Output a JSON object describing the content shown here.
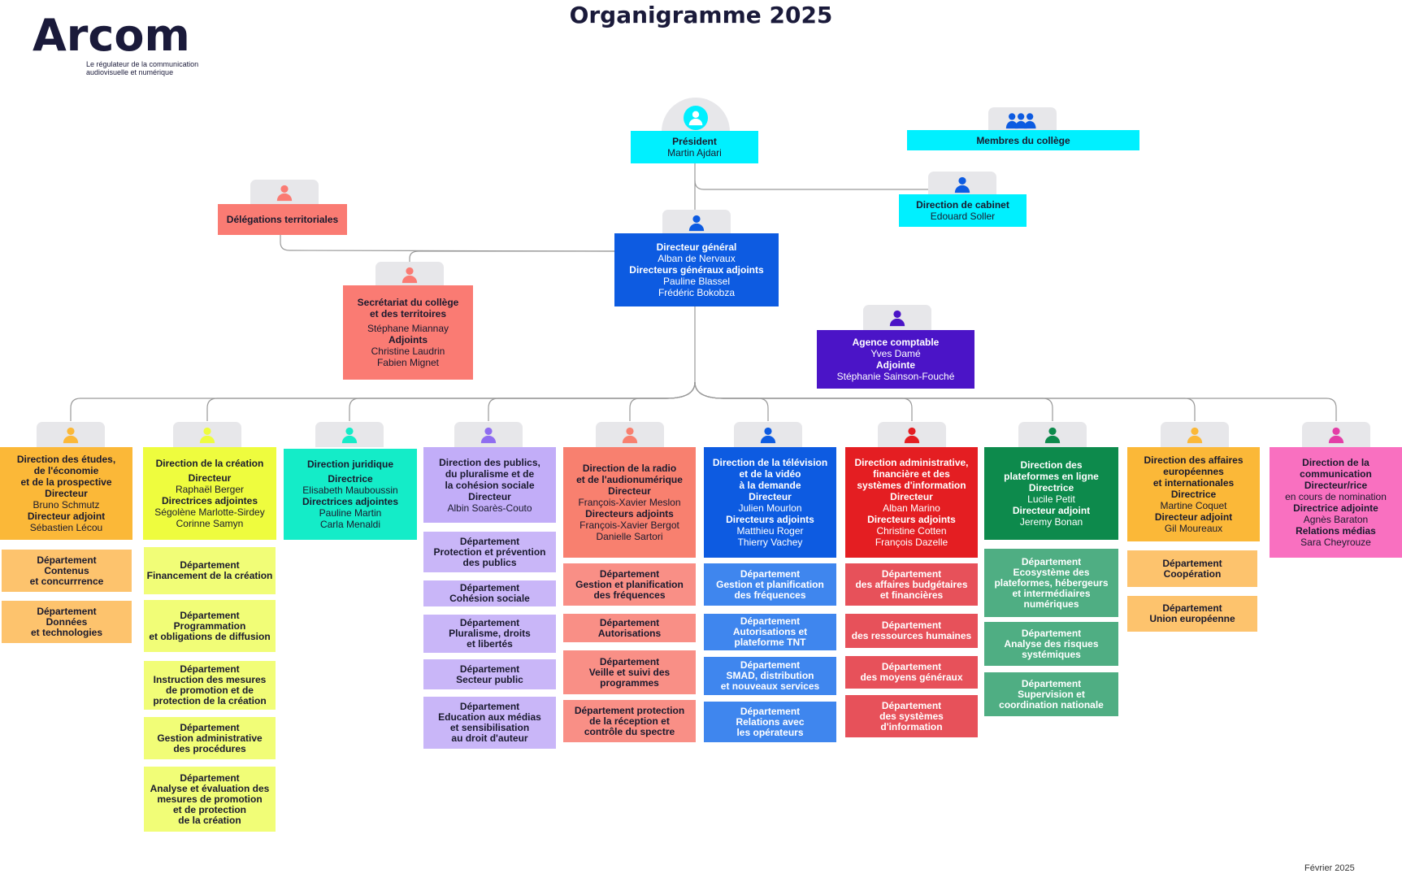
{
  "page": {
    "title": "Organigramme 2025",
    "date": "Février 2025"
  },
  "logo": {
    "text": "Arcom",
    "tagline": "Le régulateur de la communication audiovisuelle et numérique"
  },
  "colors": {
    "cyan": "#00f0ff",
    "blue": "#0d5be1",
    "salmon": "#fa7b73",
    "violet": "#4b14c7",
    "orange": "#fbb838",
    "lime": "#eefc3e",
    "teal": "#14ecc8",
    "lavender": "#c2adf8",
    "coral": "#f8806f",
    "red": "#e41e22",
    "green": "#0d8a4c",
    "pink": "#f970c0",
    "orange_dept": "#fdc36d",
    "lime_dept": "#f1fd77",
    "lavender_dept": "#c9b6f8",
    "coral_dept": "#f98f86",
    "blue_dept": "#3f86ee",
    "red_dept": "#e7515a",
    "green_dept": "#4fae83",
    "connector": "#9a9a9a",
    "tab": "#e7e7ea"
  },
  "top": {
    "president": {
      "icon": "person-icon",
      "lines": [
        [
          "b",
          "Président"
        ],
        [
          "n",
          "Martin Ajdari"
        ]
      ]
    },
    "college": {
      "icon": "group-icon",
      "lines": [
        [
          "b",
          "Membres du collège"
        ]
      ]
    },
    "cabinet": {
      "icon": "person-icon",
      "lines": [
        [
          "b",
          "Direction de cabinet"
        ],
        [
          "n",
          "Edouard Soller"
        ]
      ]
    },
    "dg": {
      "icon": "person-icon",
      "lines": [
        [
          "b",
          "Directeur général"
        ],
        [
          "n",
          "Alban de Nervaux"
        ],
        [
          "b",
          "Directeurs généraux adjoints"
        ],
        [
          "n",
          "Pauline Blassel"
        ],
        [
          "n",
          "Frédéric Bokobza"
        ]
      ]
    },
    "delegations": {
      "icon": "person-icon",
      "lines": [
        [
          "b",
          "Délégations territoriales"
        ]
      ]
    },
    "secretariat": {
      "icon": "person-icon",
      "lines": [
        [
          "b",
          "Secrétariat du collège"
        ],
        [
          "b",
          "et des territoires"
        ],
        [
          "s",
          ""
        ],
        [
          "n",
          "Stéphane Miannay"
        ],
        [
          "b",
          "Adjoints"
        ],
        [
          "n",
          "Christine Laudrin"
        ],
        [
          "n",
          "Fabien Mignet"
        ]
      ]
    },
    "agence": {
      "icon": "person-icon",
      "lines": [
        [
          "b",
          "Agence comptable"
        ],
        [
          "n",
          "Yves Damé"
        ],
        [
          "b",
          "Adjointe"
        ],
        [
          "n",
          "Stéphanie Sainson-Fouché"
        ]
      ]
    }
  },
  "directions": [
    {
      "key": "etudes",
      "icon": "person-icon",
      "lines": [
        [
          "b",
          "Direction des études,"
        ],
        [
          "b",
          "de l'économie"
        ],
        [
          "b",
          "et de la prospective"
        ],
        [
          "b",
          "Directeur"
        ],
        [
          "n",
          "Bruno Schmutz"
        ],
        [
          "b",
          "Directeur adjoint"
        ],
        [
          "n",
          "Sébastien Lécou"
        ]
      ],
      "departments": [
        "Département\nContenus\net concurrrence",
        "Département\nDonnées\net technologies"
      ]
    },
    {
      "key": "creation",
      "icon": "person-icon",
      "lines": [
        [
          "b",
          "Direction de la création"
        ],
        [
          "s",
          ""
        ],
        [
          "b",
          "Directeur"
        ],
        [
          "n",
          "Raphaël Berger"
        ],
        [
          "b",
          "Directrices adjointes"
        ],
        [
          "n",
          "Ségolène Marlotte-Sirdey"
        ],
        [
          "n",
          "Corinne Samyn"
        ]
      ],
      "departments": [
        "Département\nFinancement de la création",
        "Département\nProgrammation\net obligations de diffusion",
        "Département\nInstruction des mesures\nde promotion et de\nprotection de la création",
        "Département\nGestion administrative\ndes procédures",
        "Département\nAnalyse et évaluation des\nmesures de promotion\net de protection\nde la création"
      ]
    },
    {
      "key": "juridique",
      "icon": "person-icon",
      "lines": [
        [
          "b",
          "Direction juridique"
        ],
        [
          "s",
          ""
        ],
        [
          "b",
          "Directrice"
        ],
        [
          "n",
          "Elisabeth Mauboussin"
        ],
        [
          "b",
          "Directrices adjointes"
        ],
        [
          "n",
          "Pauline Martin"
        ],
        [
          "n",
          "Carla Menaldi"
        ]
      ],
      "departments": []
    },
    {
      "key": "publics",
      "icon": "person-icon",
      "lines": [
        [
          "b",
          "Direction des publics,"
        ],
        [
          "b",
          "du pluralisme et de"
        ],
        [
          "b",
          "la cohésion sociale"
        ],
        [
          "b",
          "Directeur"
        ],
        [
          "n",
          "Albin Soarès-Couto"
        ]
      ],
      "departments": [
        "Département\nProtection et prévention\ndes publics",
        "Département\nCohésion sociale",
        "Département\nPluralisme, droits\net libertés",
        "Département\nSecteur public",
        "Département\nEducation aux médias\net sensibilisation\nau droit d'auteur"
      ]
    },
    {
      "key": "radio",
      "icon": "person-icon",
      "lines": [
        [
          "b",
          "Direction de la radio"
        ],
        [
          "b",
          "et de l'audionumérique"
        ],
        [
          "b",
          "Directeur"
        ],
        [
          "n",
          "François-Xavier Meslon"
        ],
        [
          "b",
          "Directeurs adjoints"
        ],
        [
          "n",
          "François-Xavier Bergot"
        ],
        [
          "n",
          "Danielle Sartori"
        ]
      ],
      "departments": [
        "Département\nGestion et planification\ndes fréquences",
        "Département\nAutorisations",
        "Département\nVeille et suivi des\nprogrammes",
        "Département protection\nde la réception et\ncontrôle du spectre"
      ]
    },
    {
      "key": "tele",
      "icon": "person-icon",
      "lines": [
        [
          "b",
          "Direction de la télévision"
        ],
        [
          "b",
          "et de la vidéo"
        ],
        [
          "b",
          "à la demande"
        ],
        [
          "b",
          "Directeur"
        ],
        [
          "n",
          "Julien Mourlon"
        ],
        [
          "b",
          "Directeurs adjoints"
        ],
        [
          "n",
          "Matthieu Roger"
        ],
        [
          "n",
          "Thierry Vachey"
        ]
      ],
      "departments": [
        "Département\nGestion et planification\ndes fréquences",
        "Département\nAutorisations et\nplateforme TNT",
        "Département\nSMAD, distribution\net nouveaux services",
        "Département\nRelations avec\nles opérateurs"
      ]
    },
    {
      "key": "administrative",
      "icon": "person-icon",
      "lines": [
        [
          "b",
          "Direction administrative,"
        ],
        [
          "b",
          "financière et des"
        ],
        [
          "b",
          "systèmes d'information"
        ],
        [
          "b",
          "Directeur"
        ],
        [
          "n",
          "Alban Marino"
        ],
        [
          "b",
          "Directeurs adjoints"
        ],
        [
          "n",
          "Christine Cotten"
        ],
        [
          "n",
          "François Dazelle"
        ]
      ],
      "departments": [
        "Département\ndes affaires budgétaires\net financières",
        "Département\ndes ressources humaines",
        "Département\ndes moyens généraux",
        "Département\ndes systèmes\nd'information"
      ]
    },
    {
      "key": "plateformes",
      "icon": "person-icon",
      "lines": [
        [
          "b",
          "Direction des"
        ],
        [
          "b",
          "plateformes en ligne"
        ],
        [
          "b",
          "Directrice"
        ],
        [
          "n",
          "Lucile Petit"
        ],
        [
          "b",
          "Directeur adjoint"
        ],
        [
          "n",
          "Jeremy Bonan"
        ]
      ],
      "departments": [
        "Département\nEcosystème des\nplateformes, hébergeurs\net intermédiaires\nnumériques",
        "Département\nAnalyse des risques\nsystémiques",
        "Département\nSupervision et\ncoordination nationale"
      ]
    },
    {
      "key": "europe",
      "icon": "person-icon",
      "lines": [
        [
          "b",
          "Direction des affaires"
        ],
        [
          "b",
          "européennes"
        ],
        [
          "b",
          "et internationales"
        ],
        [
          "b",
          "Directrice"
        ],
        [
          "n",
          "Martine Coquet"
        ],
        [
          "b",
          "Directeur adjoint"
        ],
        [
          "n",
          "Gil Moureaux"
        ]
      ],
      "departments": [
        "Département\nCoopération",
        "Département\nUnion européenne"
      ]
    },
    {
      "key": "communication",
      "icon": "person-icon",
      "lines": [
        [
          "b",
          "Direction de la"
        ],
        [
          "b",
          "communication"
        ],
        [
          "b",
          "Directeur/rice"
        ],
        [
          "n",
          "en cours de nomination"
        ],
        [
          "b",
          "Directrice adjointe"
        ],
        [
          "n",
          "Agnès Baraton"
        ],
        [
          "b",
          "Relations médias"
        ],
        [
          "n",
          "Sara Cheyrouze"
        ]
      ],
      "departments": []
    }
  ]
}
